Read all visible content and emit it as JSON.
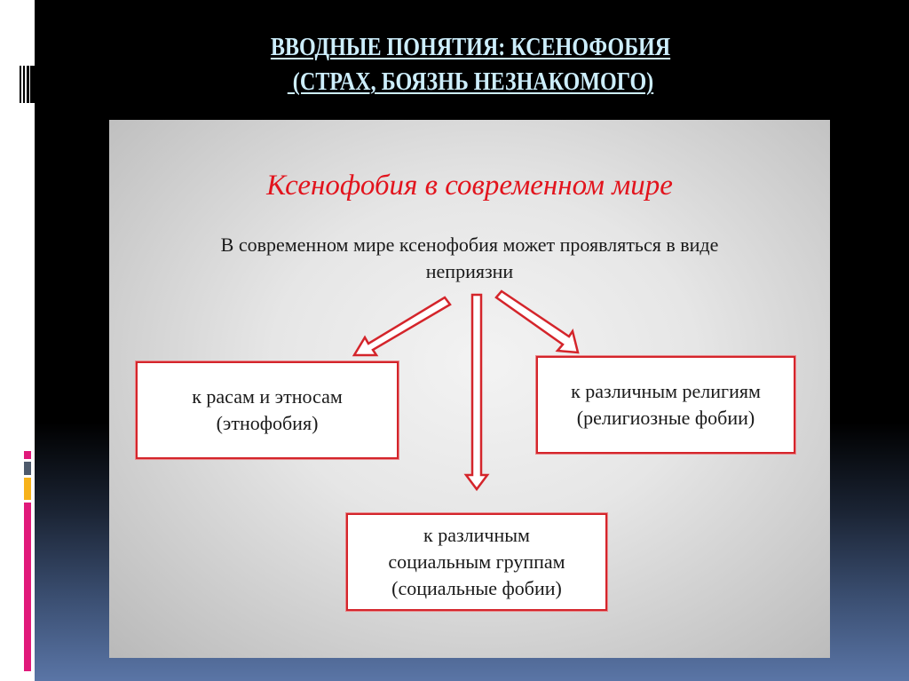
{
  "slide": {
    "title_line1": "ВВОДНЫЕ ПОНЯТИЯ: КСЕНОФОБИЯ",
    "title_line2": " (СТРАХ, БОЯЗНЬ НЕЗНАКОМОГО)"
  },
  "diagram": {
    "heading": "Ксенофобия в современном мире",
    "intro_line1": "В современном мире ксенофобия может проявляться в виде",
    "intro_line2": "неприязни",
    "boxes": [
      {
        "line1": "к расам и этносам",
        "line2": "(этнофобия)"
      },
      {
        "line1": "к различным религиям",
        "line2": "(религиозные фобии)"
      },
      {
        "line1": "к различным",
        "line2": "социальным группам",
        "line3": "(социальные фобии)"
      }
    ]
  },
  "colors": {
    "title": "#cdeefc",
    "heading_red": "#e2141d",
    "box_border": "#d4252b",
    "accent_pink": "#e0197a",
    "accent_gray": "#4e5a6c",
    "accent_yellow": "#f7b21a"
  }
}
